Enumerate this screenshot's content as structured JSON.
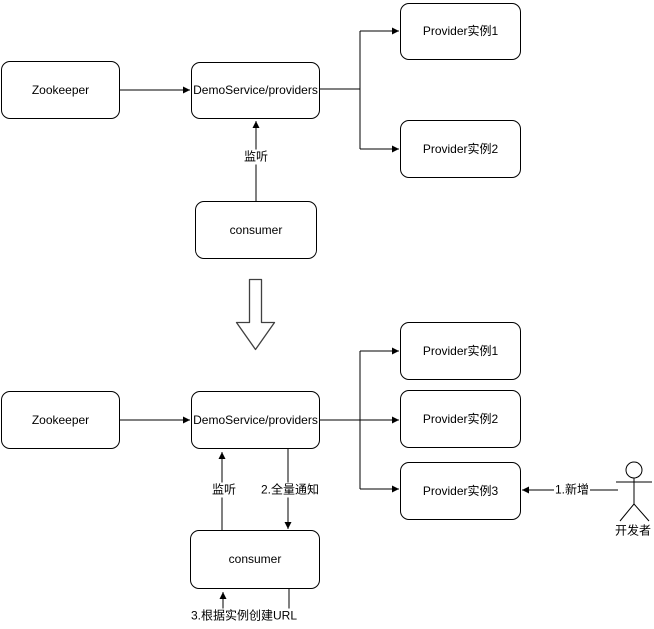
{
  "diagram": {
    "top": {
      "nodes": {
        "zookeeper": "Zookeeper",
        "registry": "DemoService/providers",
        "provider1": "Provider实例1",
        "provider2": "Provider实例2",
        "consumer": "consumer"
      },
      "edges": {
        "listen": "监听"
      }
    },
    "bottom": {
      "nodes": {
        "zookeeper": "Zookeeper",
        "registry": "DemoService/providers",
        "provider1": "Provider实例1",
        "provider2": "Provider实例2",
        "provider3": "Provider实例3",
        "consumer": "consumer",
        "developer": "开发者"
      },
      "edges": {
        "listen": "监听",
        "full_notify": "2.全量通知",
        "add_instance": "1.新增",
        "create_url": "3.根据实例创建URL"
      }
    },
    "icons": {
      "transition": "big-down-arrow-icon",
      "developer": "actor-stick-figure-icon"
    },
    "colors": {
      "stroke": "#000000",
      "node_fill": "#ffffff",
      "transition_stroke": "#404040",
      "background": "#ffffff"
    }
  }
}
